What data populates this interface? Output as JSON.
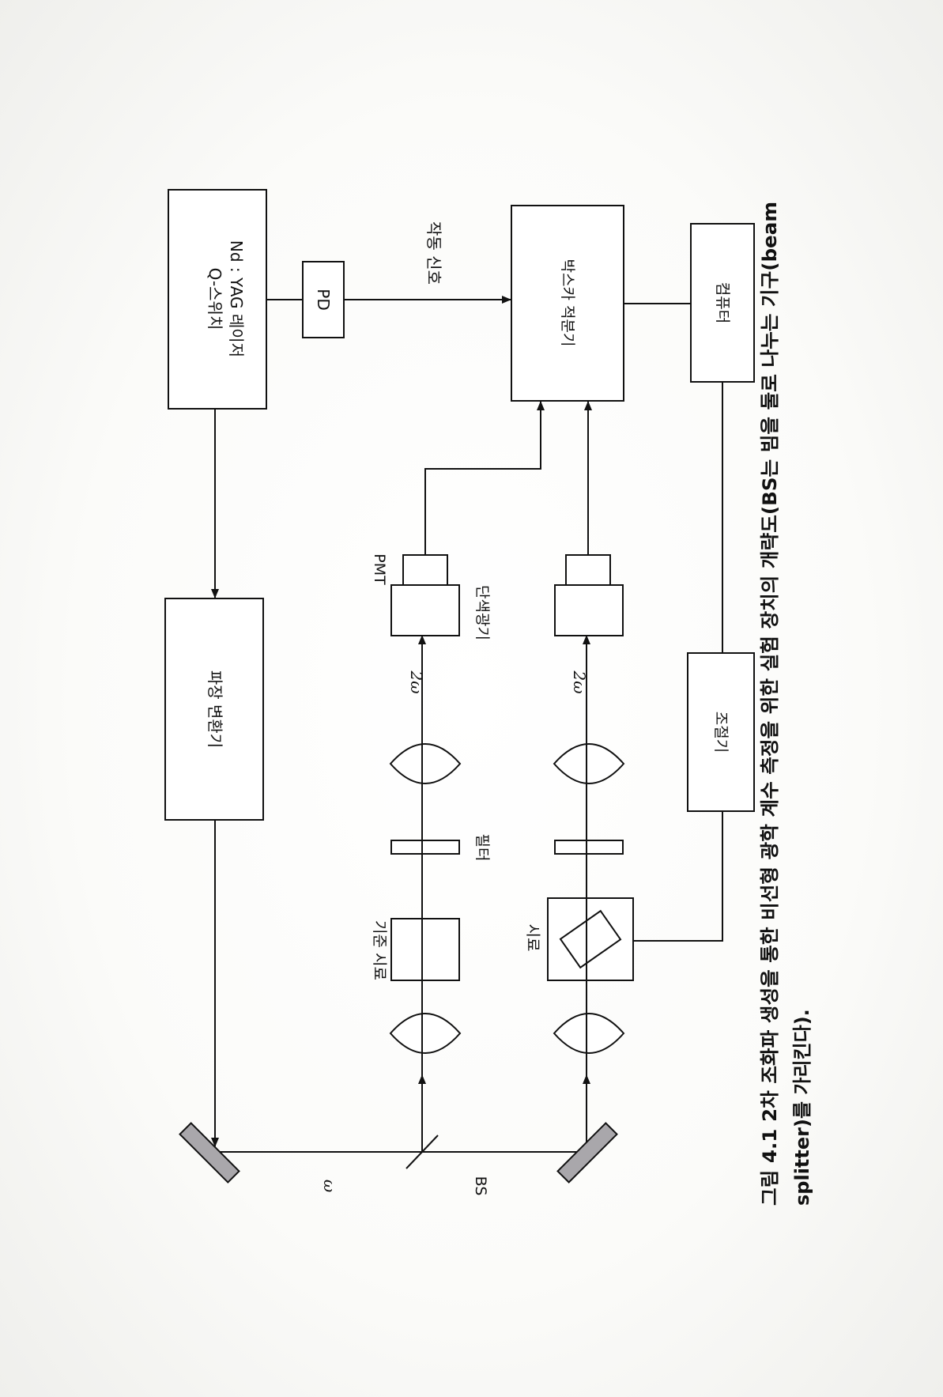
{
  "diagram": {
    "laser": {
      "line1": "Q-스위치",
      "line2": "Nd : YAG 레이저"
    },
    "pd": "PD",
    "trigger_signal": "작동 신호",
    "boxcar": "박스카 적분기",
    "computer": "컴퓨터",
    "wavelength_converter": "파장 변환기",
    "pmt": "PMT",
    "monochromator": "단색광기",
    "two_omega_upper": "2ω",
    "two_omega_lower": "2ω",
    "controller": "조절기",
    "filter": "필터",
    "reference_sample": "기준 시료",
    "sample": "시료",
    "omega": "ω",
    "bs": "BS"
  },
  "caption": {
    "line1": "그림 4.1 2차 조화파 생성을 통한 비선형 광학 계수 측정을 위한 실험 장치의 개략도(BS는 빔을 둘로 나누는 기구(beam",
    "line2": "splitter)를 가리킨다)."
  }
}
